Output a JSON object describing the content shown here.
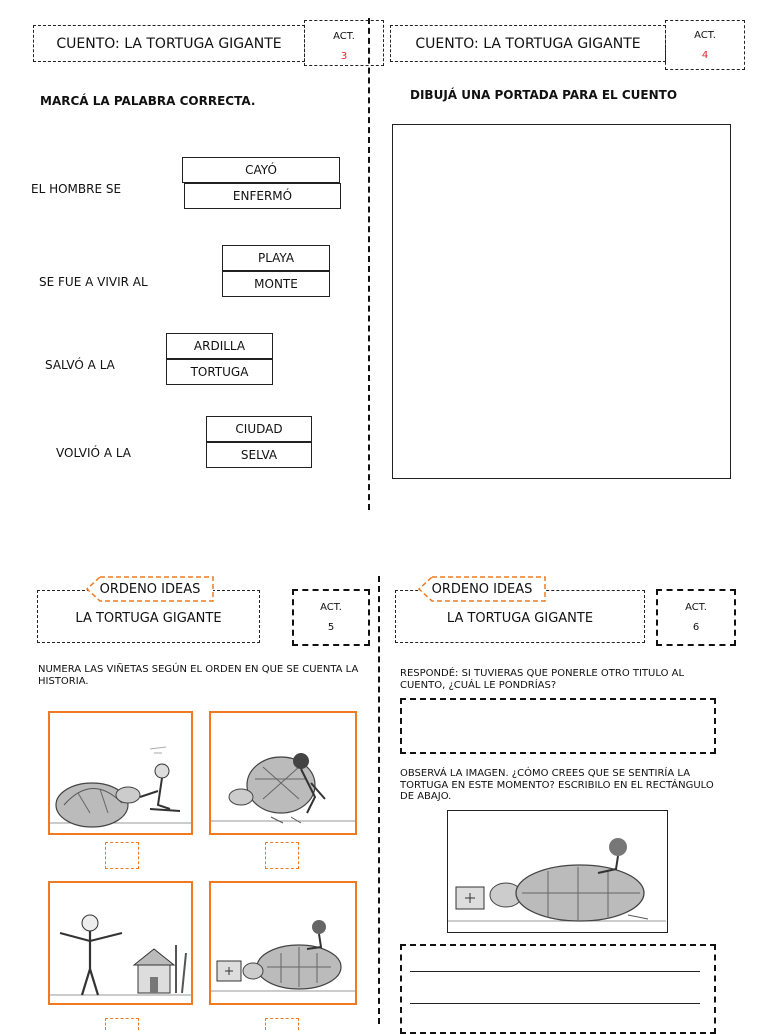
{
  "act3": {
    "title": "CUENTO: LA TORTUGA GIGANTE",
    "act_label": "ACT.",
    "act_number": "3",
    "instruction": "MARCÁ LA PALABRA CORRECTA.",
    "questions": [
      {
        "prompt": "EL HOMBRE SE",
        "options": [
          "CAYÓ",
          "ENFERMÓ"
        ]
      },
      {
        "prompt": "SE FUE A VIVIR AL",
        "options": [
          "PLAYA",
          "MONTE"
        ]
      },
      {
        "prompt": "SALVÓ A LA",
        "options": [
          "ARDILLA",
          "TORTUGA"
        ]
      },
      {
        "prompt": "VOLVIÓ A LA",
        "options": [
          "CIUDAD",
          "SELVA"
        ]
      }
    ]
  },
  "act4": {
    "title": "CUENTO: LA TORTUGA GIGANTE",
    "act_label": "ACT.",
    "act_number": "4",
    "instruction": "DIBUJÁ UNA PORTADA PARA EL CUENTO"
  },
  "act5": {
    "tag": "ORDENO IDEAS",
    "title": "LA TORTUGA GIGANTE",
    "act_label": "ACT.",
    "act_number": "5",
    "instruction": "NUMERA LAS VIÑETAS SEGÚN EL ORDEN EN QUE SE CUENTA LA HISTORIA."
  },
  "act6": {
    "tag": "ORDENO IDEAS",
    "title": "LA TORTUGA GIGANTE",
    "act_label": "ACT.",
    "act_number": "6",
    "question1": "RESPONDÉ: SI TUVIERAS QUE PONERLE OTRO TITULO AL CUENTO, ¿CUÁL LE PONDRÍAS?",
    "question2": "OBSERVÁ LA IMAGEN. ¿CÓMO CREES QUE SE SENTIRÍA LA TORTUGA EN ESTE MOMENTO? ESCRIBILO EN EL RECTÁNGULO DE ABAJO."
  },
  "colors": {
    "accent": "#f07a21",
    "act_number": "#e0262a",
    "ink": "#111111"
  }
}
